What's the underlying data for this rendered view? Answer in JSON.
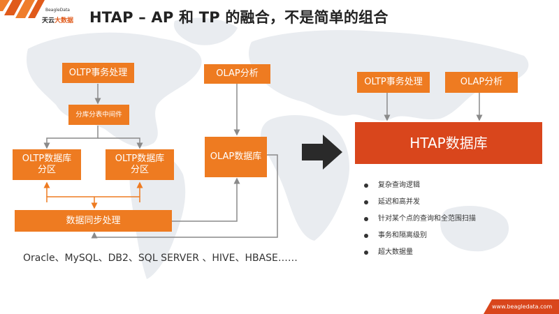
{
  "header": {
    "logo_brand": "BeagleData",
    "logo_text_a": "天云",
    "logo_text_b": "大数据",
    "title": "HTAP – AP 和 TP 的融合，不是简单的组合"
  },
  "left_diagram": {
    "oltp_box": "OLTP事务处理",
    "middleware_box": "分库分表中间件",
    "partition_1": "OLTP数据库\n分区",
    "partition_2": "OLTP数据库\n分区",
    "olap_box": "OLAP分析",
    "olap_db_box": "OLAP数据库",
    "sync_box": "数据同步处理",
    "databases_line": "Oracle、MySQL、DB2、SQL SERVER 、HIVE、HBASE……"
  },
  "right_diagram": {
    "oltp_box": "OLTP事务处理",
    "olap_box": "OLAP分析",
    "htap_box": "HTAP数据库",
    "features": [
      "复杂查询逻辑",
      "延迟和高并发",
      "针对某个点的查询和全范围扫描",
      "事务和隔离级别",
      "超大数据量"
    ]
  },
  "footer": {
    "url": "www.beagledata.com"
  },
  "colors": {
    "orange": "#ee7b21",
    "red": "#d9461c",
    "line": "#8a8a8a",
    "map": "#e8ebef"
  }
}
